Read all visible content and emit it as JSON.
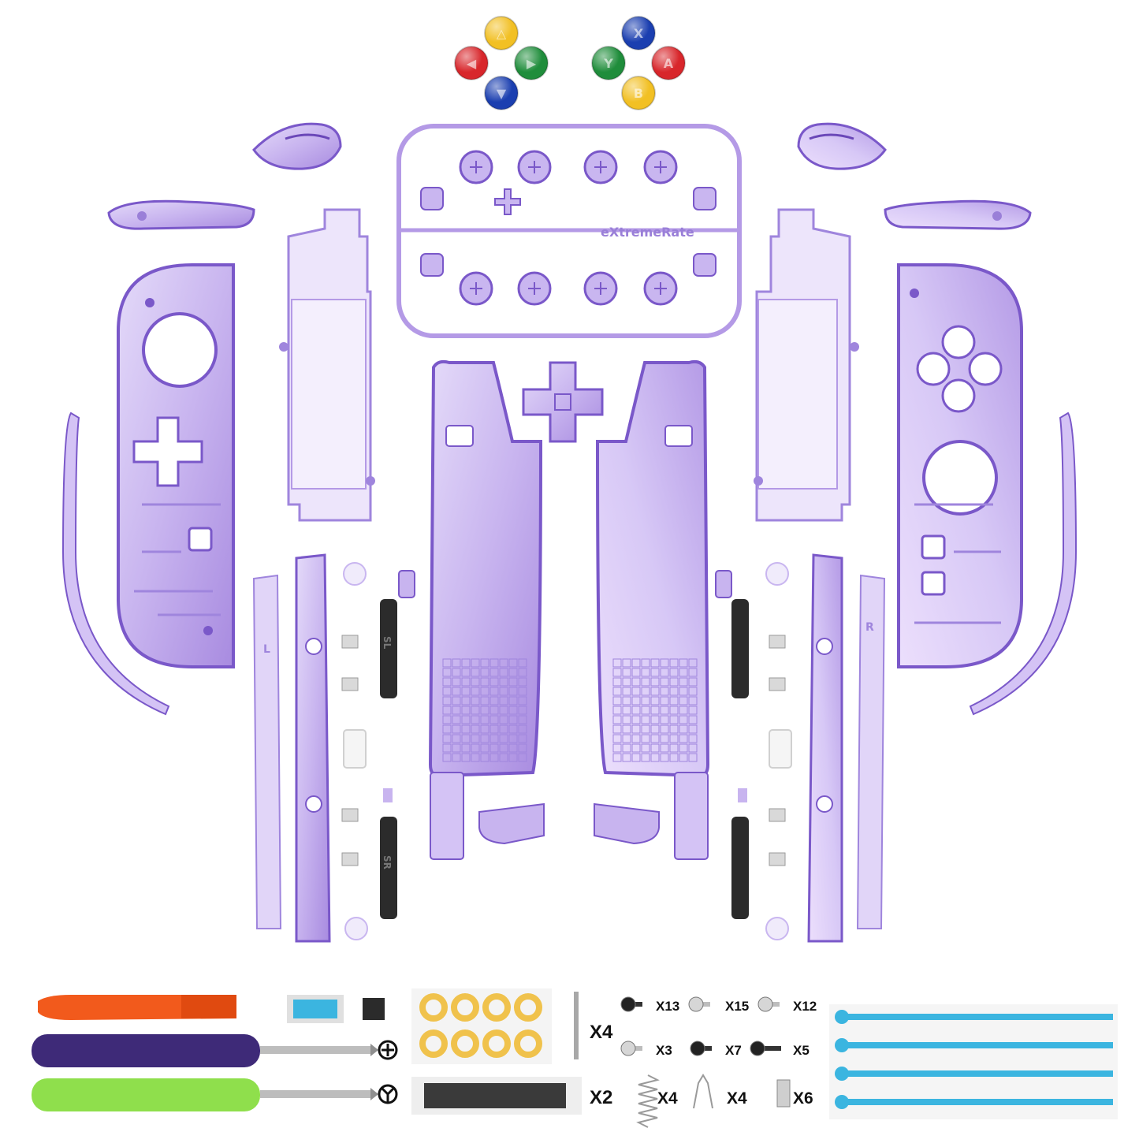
{
  "colors": {
    "shell_fill": "#c9b6f0",
    "shell_stroke": "#7a58c9",
    "shell_dark": "#6a47b8",
    "red": "#d8262b",
    "yellow": "#f2c024",
    "green": "#1f8d3b",
    "blue": "#1b3fb0",
    "orange": "#f25a1c",
    "purple_handle": "#3e2a78",
    "lime_handle": "#8fdf4c",
    "cyan": "#3bb5e0",
    "button_black": "#2b2b2b",
    "sticker_yellow": "#f0c24c"
  },
  "face_buttons_left": [
    {
      "position": "top",
      "color": "yellow",
      "glyph": "△"
    },
    {
      "position": "left",
      "color": "red",
      "glyph": "◀"
    },
    {
      "position": "right",
      "color": "green",
      "glyph": "▶"
    },
    {
      "position": "bottom",
      "color": "blue",
      "glyph": "▼"
    }
  ],
  "face_buttons_right": [
    {
      "position": "top",
      "color": "blue",
      "glyph": "X"
    },
    {
      "position": "left",
      "color": "green",
      "glyph": "Y"
    },
    {
      "position": "right",
      "color": "red",
      "glyph": "A"
    },
    {
      "position": "bottom",
      "color": "yellow",
      "glyph": "B"
    }
  ],
  "button_tree": {
    "brand_mark": "eXtremeRate"
  },
  "rails": {
    "left_letter": "L",
    "right_letter": "R",
    "sl_label": "SL",
    "sr_label": "SR"
  },
  "tools": {
    "icons": [
      "orange-pry-tool",
      "phillips-screwdriver",
      "y-tri-wing-screwdriver",
      "phillips-symbol-icon",
      "y-symbol-icon"
    ]
  },
  "quantities": {
    "rods": "X4",
    "foam": "X2",
    "springs_coil": "X4",
    "springs_clip": "X4",
    "springs_small": "X6"
  },
  "screws": [
    {
      "type": "black-large",
      "count": "X13"
    },
    {
      "type": "silver-small",
      "count": "X15"
    },
    {
      "type": "silver-medium",
      "count": "X12"
    },
    {
      "type": "silver-washer",
      "count": "X3"
    },
    {
      "type": "black-medium",
      "count": "X7"
    },
    {
      "type": "black-long",
      "count": "X5"
    }
  ],
  "lanyards": {
    "count": 4,
    "color": "cyan"
  }
}
